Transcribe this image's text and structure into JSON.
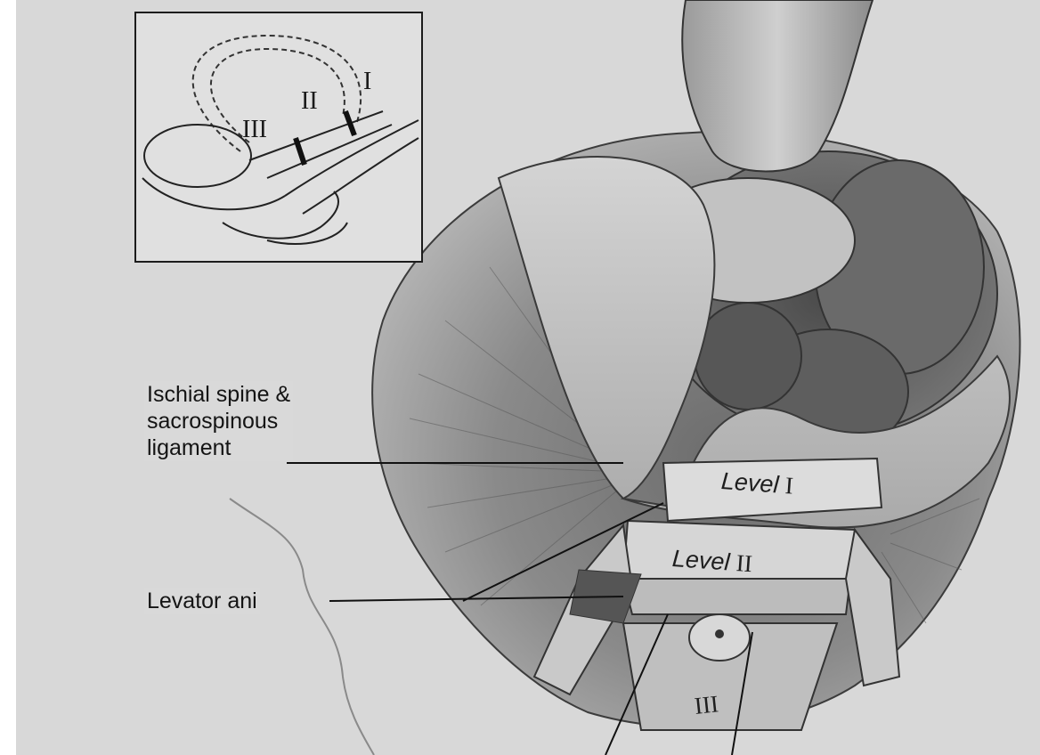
{
  "inset": {
    "level_labels": [
      "I",
      "II",
      "III"
    ]
  },
  "labels": {
    "ischial_line1": "Ischial spine &",
    "ischial_line2": "sacrospinous",
    "ischial_line3": "ligament",
    "levator": "Levator ani",
    "level_one_word": "Level",
    "level_one_num": "I",
    "level_two_word": "Level",
    "level_two_num": "II",
    "level_three": "III"
  },
  "colors": {
    "background": "#d9d9d9",
    "ink": "#1a1a1a"
  }
}
